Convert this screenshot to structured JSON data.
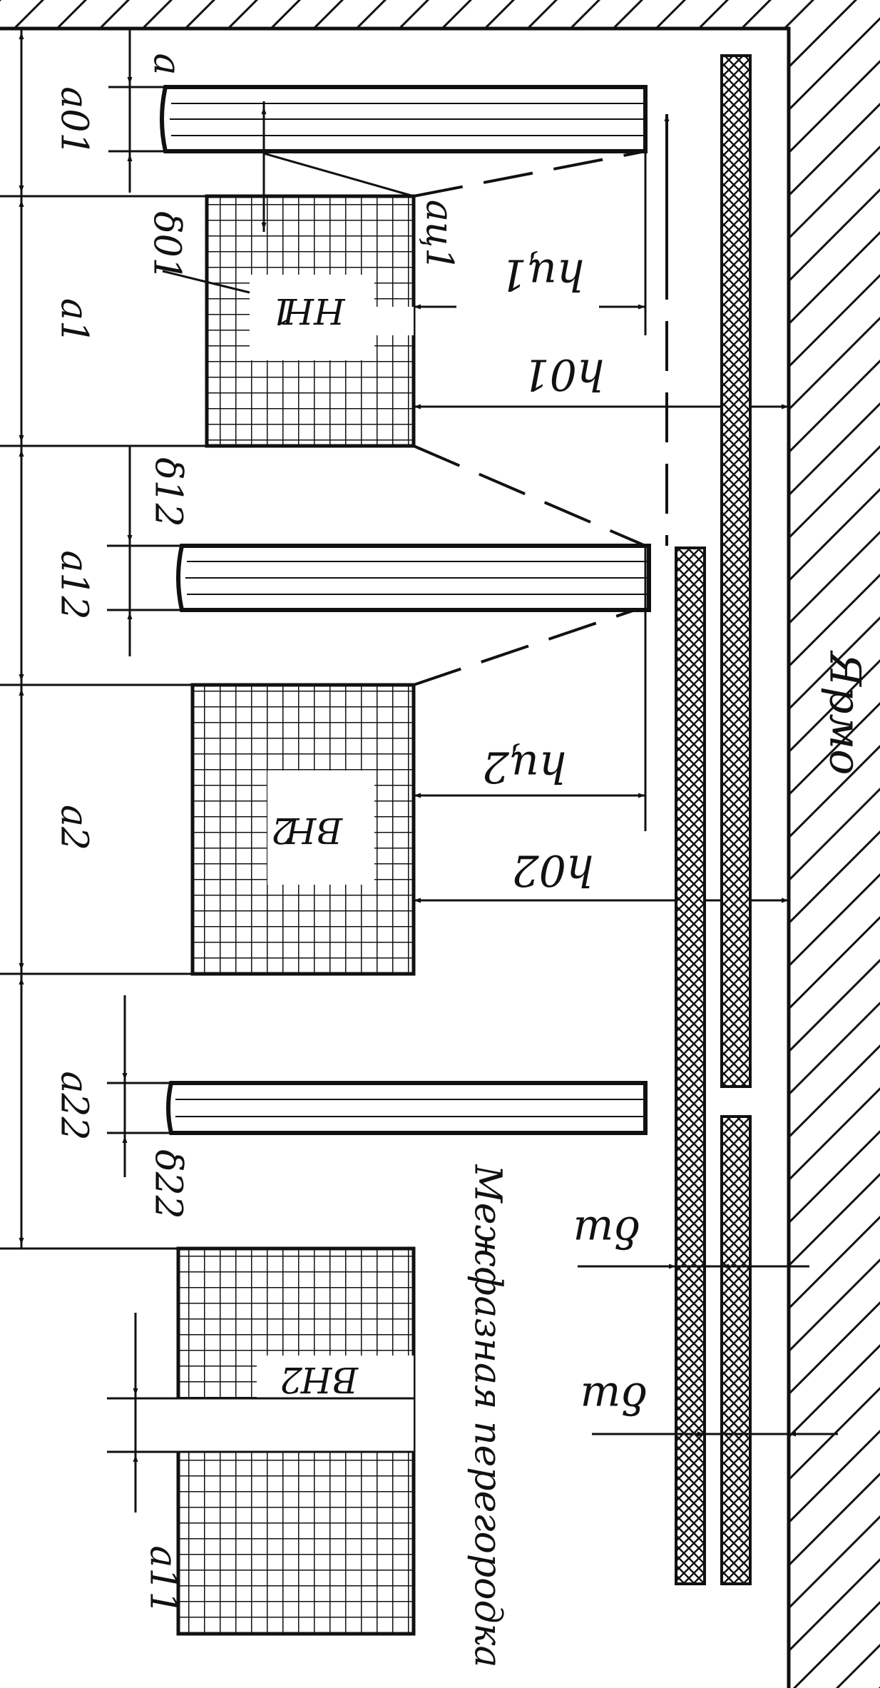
{
  "labels": {
    "a": "a",
    "a01": "a01",
    "a_c1": "aц1",
    "delta_01": "δ01",
    "a1": "a1",
    "h_c1": "hц1",
    "h01": "h01",
    "delta_12": "δ12",
    "a12": "a12",
    "a2": "a2",
    "h_c2": "hц2",
    "h02": "h02",
    "a22": "a22",
    "delta_22": "δ22",
    "delta_sh_top": "δш",
    "delta_sh_bottom": "δш",
    "a11": "a11",
    "yoke": "Ярмо",
    "partition": "Межфазная перегородка"
  },
  "windings": {
    "lv": {
      "name": "НН",
      "number": "1"
    },
    "hv": {
      "name": "ВН",
      "number": "2"
    },
    "hv_next": {
      "name": "ВН",
      "number": "2"
    }
  },
  "colors": {
    "line": "#111111",
    "background": "#ffffff"
  }
}
